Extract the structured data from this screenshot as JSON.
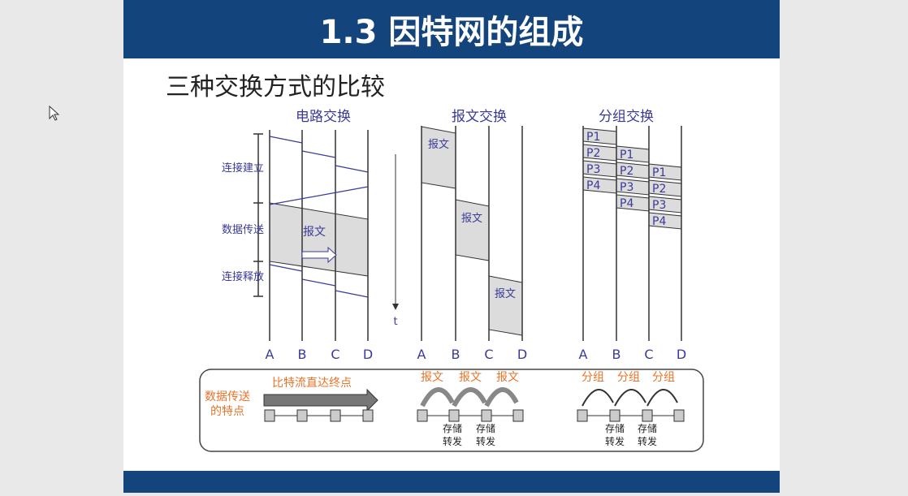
{
  "slide": {
    "title": "1.3  因特网的组成",
    "subtitle": "三种交换方式的比较"
  },
  "diagrams": {
    "circuit": {
      "title": "电路交换",
      "phases": [
        "连接建立",
        "数据传送",
        "连接释放"
      ],
      "message": "报文",
      "time_label": "t"
    },
    "message": {
      "title": "报文交换",
      "box": "报文"
    },
    "packet": {
      "title": "分组交换",
      "packets": [
        "P1",
        "P2",
        "P3",
        "P4"
      ]
    },
    "nodes": [
      "A",
      "B",
      "C",
      "D"
    ]
  },
  "bottom": {
    "heading": "数据传送的特点",
    "circuit": "比特流直达终点",
    "message_label": "报文",
    "packet_label": "分组",
    "store_forward": "存储转发"
  },
  "colors": {
    "blue": "#14447c",
    "diagram": "#3a3a9a",
    "orange": "#e8742a"
  }
}
